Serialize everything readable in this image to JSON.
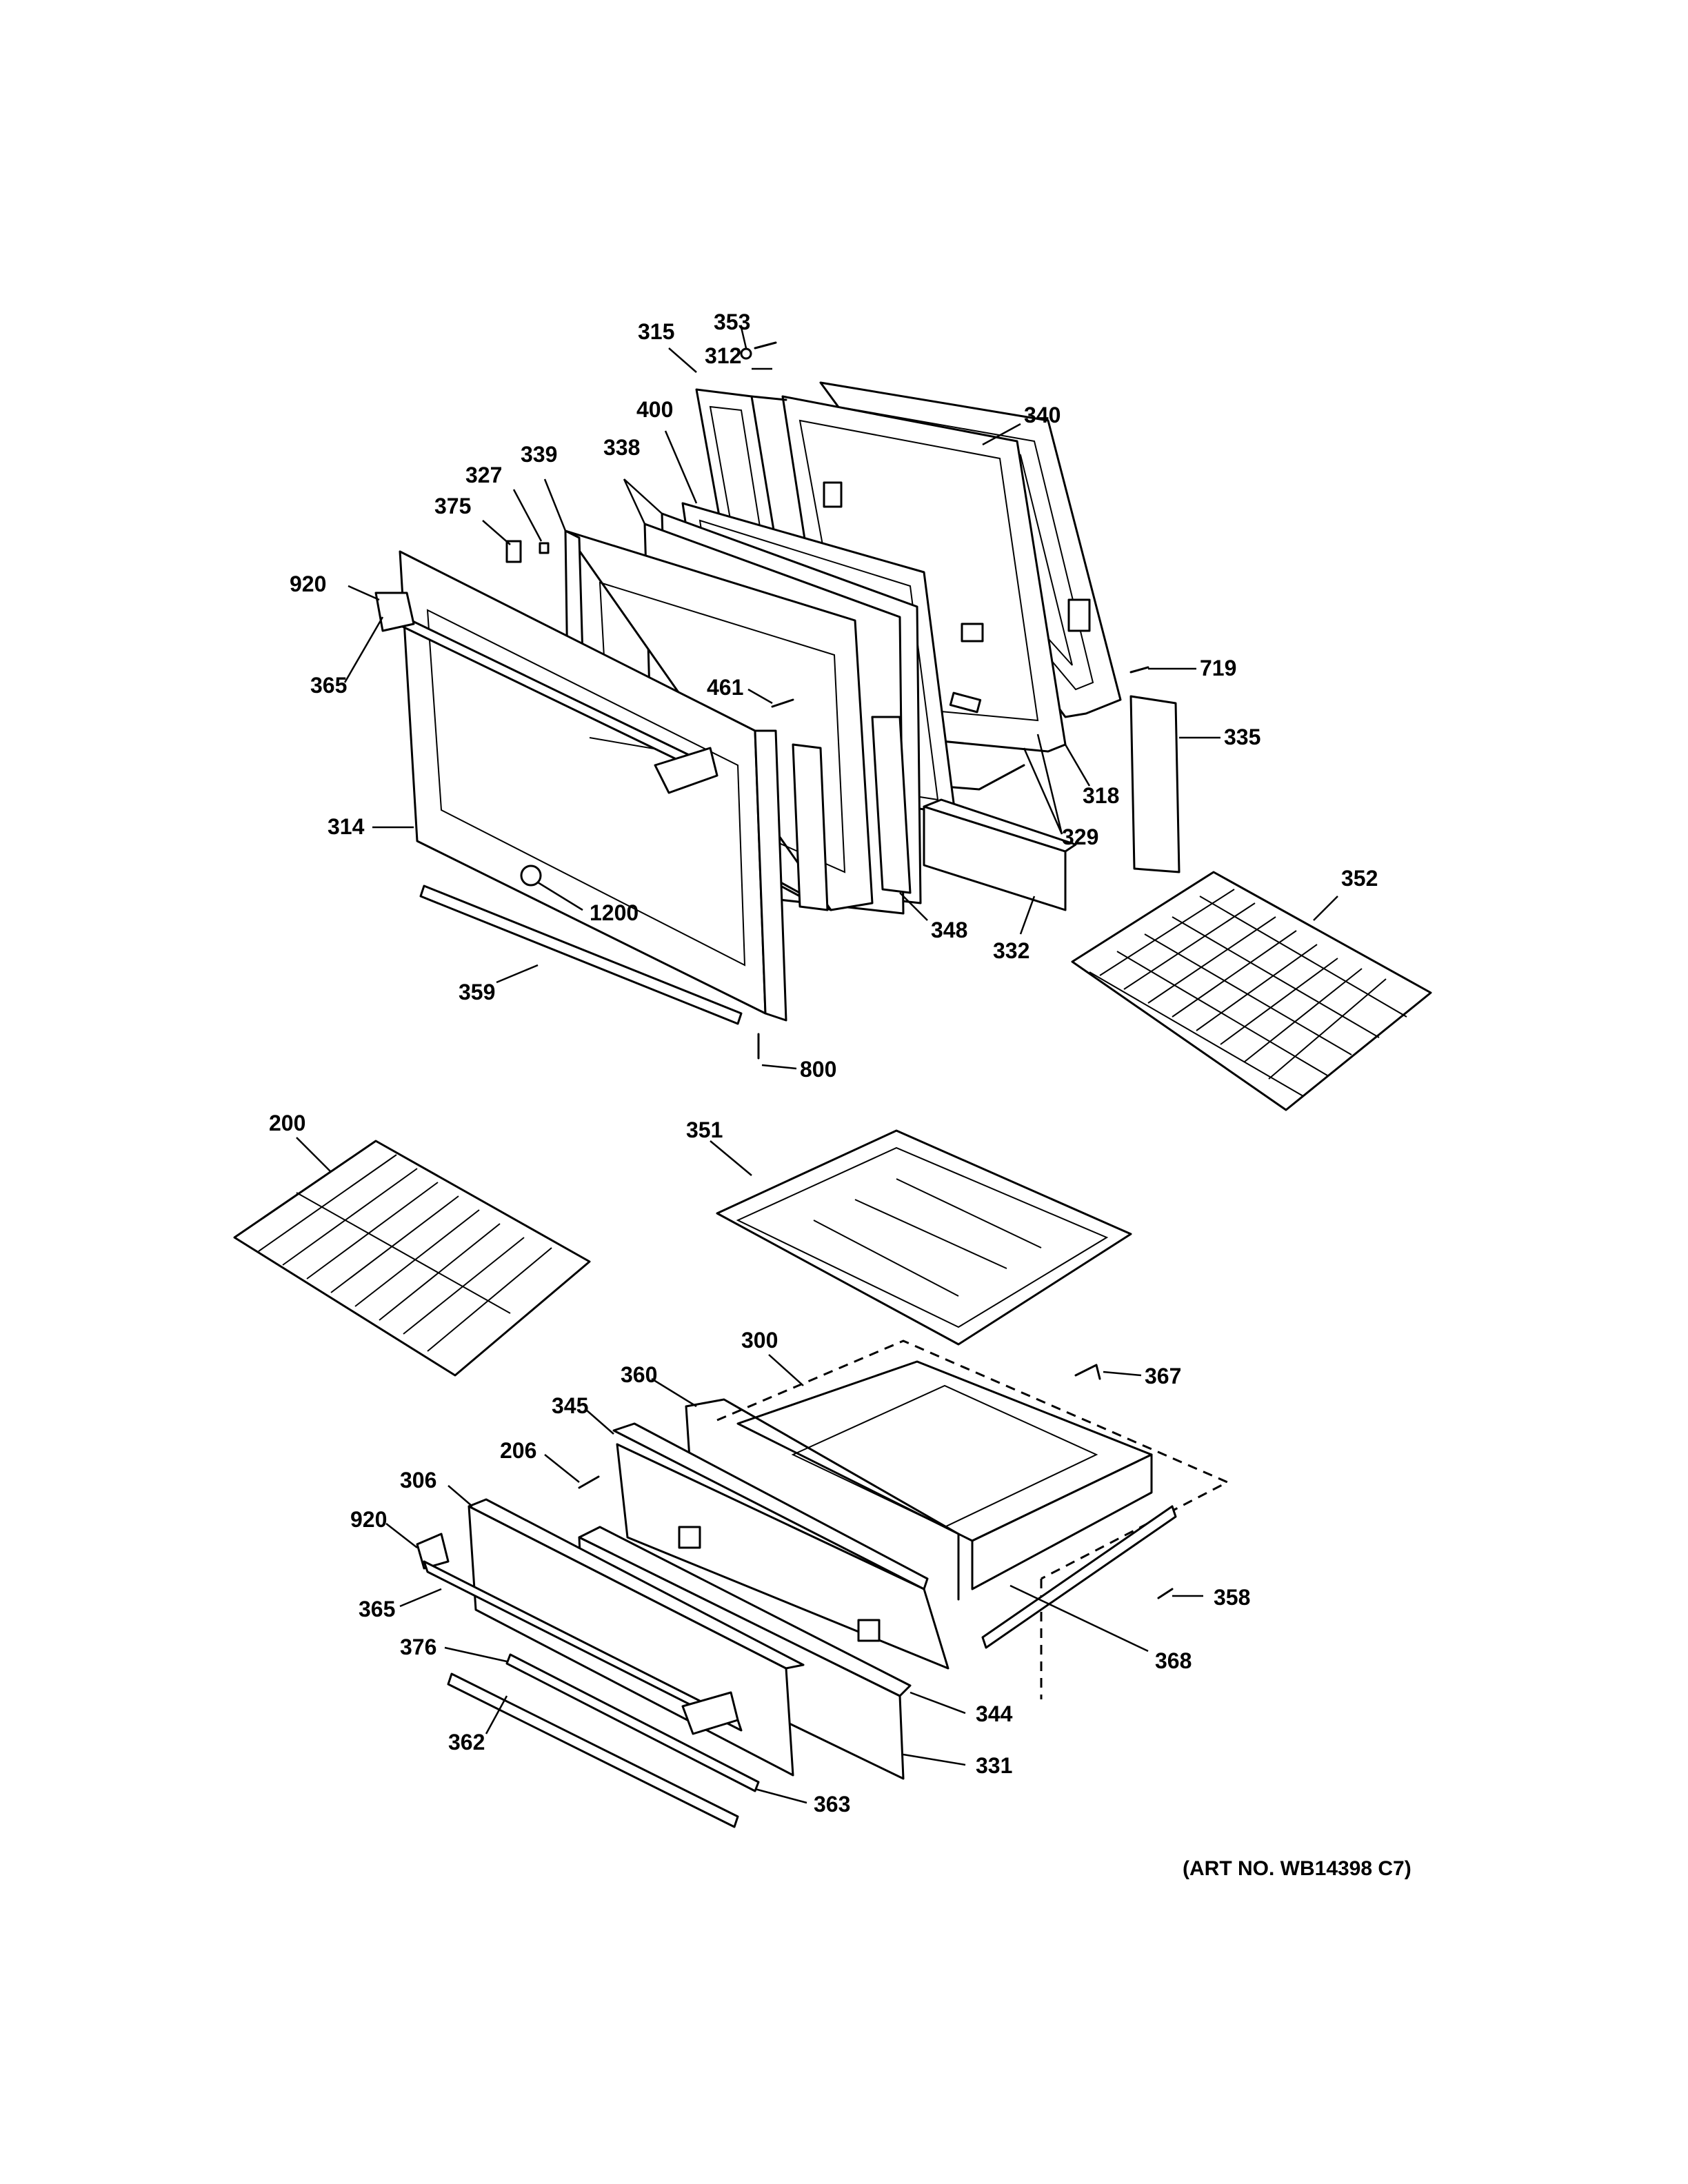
{
  "art_number": "(ART NO. WB14398 C7)",
  "callouts": {
    "c315": "315",
    "c353": "353",
    "c312": "312",
    "c340": "340",
    "c400": "400",
    "c338": "338",
    "c339": "339",
    "c327": "327",
    "c375": "375",
    "c920_top": "920",
    "c365_top": "365",
    "c461": "461",
    "c719": "719",
    "c335": "335",
    "c318": "318",
    "c329": "329",
    "c314": "314",
    "c1200": "1200",
    "c348": "348",
    "c332": "332",
    "c352": "352",
    "c359": "359",
    "c800": "800",
    "c200": "200",
    "c351": "351",
    "c300": "300",
    "c367": "367",
    "c360": "360",
    "c345": "345",
    "c206": "206",
    "c306": "306",
    "c920_bottom": "920",
    "c365_bottom": "365",
    "c358": "358",
    "c368": "368",
    "c376": "376",
    "c344": "344",
    "c362": "362",
    "c331": "331",
    "c363": "363"
  }
}
